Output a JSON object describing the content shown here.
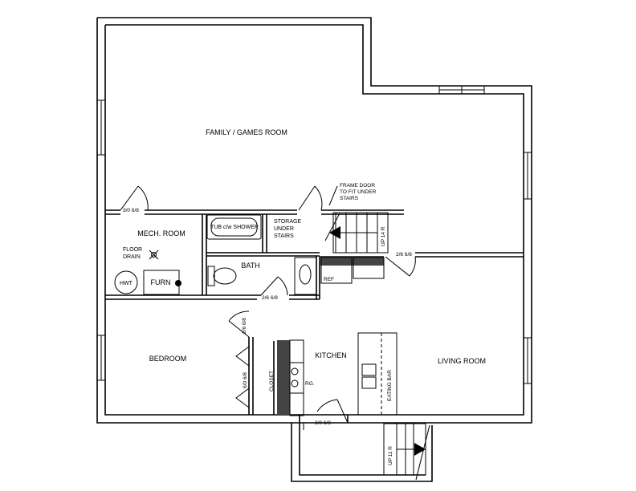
{
  "rooms": {
    "family": "FAMILY / GAMES ROOM",
    "mech": "MECH. ROOM",
    "bath": "BATH",
    "bedroom": "BEDROOM",
    "kitchen": "KITCHEN",
    "living": "LIVING ROOM"
  },
  "fixtures": {
    "floor_drain_1": "FLOOR",
    "floor_drain_2": "DRAIN",
    "hwt": "HWT",
    "furn": "FURN",
    "tub": "TUB c/w SHOWER",
    "storage_1": "STORAGE",
    "storage_2": "UNDER",
    "storage_3": "STAIRS",
    "frame_door_1": "FRAME DOOR",
    "frame_door_2": "TO FIT UNDER",
    "frame_door_3": "STAIRS",
    "ref": "REF",
    "rg": "RG.",
    "closet": "CLOSET",
    "eating_bar": "EATING BAR"
  },
  "doors": {
    "mech_door": "3/0 6/8",
    "living_door": "2/6 6/8",
    "bath_door": "2/6 6/8",
    "bedroom_door": "2/6 6/8",
    "closet_door": "6/0 6/8",
    "entry_door": "3/0 6/8"
  },
  "stairs": {
    "main": "UP 14 R",
    "entry": "UP 11 R"
  }
}
